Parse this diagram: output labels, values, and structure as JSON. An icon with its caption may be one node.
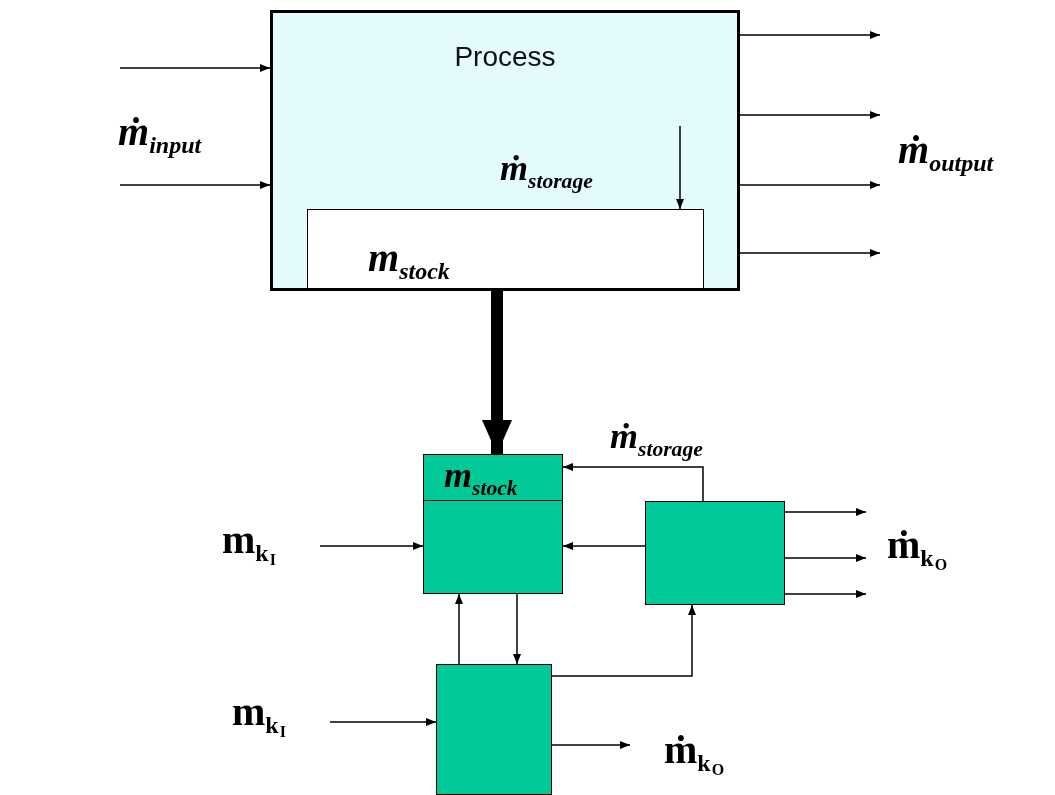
{
  "diagram": {
    "nodes": [
      {
        "text": [
          "Process"
        ]
      },
      {
        "text": [
          "m$_{stock}$"
        ],
        "in": 0
      },
      {
        "text": [
          "m$_{stock}$"
        ]
      },
      {
        "text": [],
        "shape": "box"
      },
      {
        "text": [],
        "shape": "box"
      }
    ],
    "edges": [
      {
        "from": null,
        "to": 0,
        "arrow": "to"
      },
      {
        "from": null,
        "to": 0,
        "arrow": "to"
      },
      {
        "from": 0,
        "to": null,
        "arrow": "to"
      },
      {
        "from": 0,
        "to": null,
        "arrow": "to"
      },
      {
        "from": 0,
        "to": null,
        "arrow": "to"
      },
      {
        "from": 0,
        "to": null,
        "arrow": "to"
      },
      {
        "from": null,
        "to": 1,
        "arrow": "to"
      },
      {
        "from": 0,
        "to": 2,
        "arrow": "to",
        "style": "thick"
      },
      {
        "from": null,
        "to": 2,
        "arrow": "to"
      },
      {
        "from": 3,
        "to": 2,
        "arrow": "to"
      },
      {
        "from": 3,
        "to": 2,
        "arrow": "to",
        "label": "ṁ$_{storage}$"
      },
      {
        "from": 4,
        "to": 2,
        "arrow": "to"
      },
      {
        "from": 2,
        "to": 4,
        "arrow": "to"
      },
      {
        "from": 4,
        "to": 3,
        "arrow": "to"
      },
      {
        "from": 3,
        "to": null,
        "arrow": "to"
      },
      {
        "from": 3,
        "to": null,
        "arrow": "to"
      },
      {
        "from": 3,
        "to": null,
        "arrow": "to"
      },
      {
        "from": null,
        "to": 4,
        "arrow": "to"
      },
      {
        "from": 4,
        "to": null,
        "arrow": "to"
      }
    ],
    "labels": [
      "ṁ$_{input}$",
      "ṁ$_{storage}$",
      "ṁ$_{output}$",
      "m$_{k}$$_{I}$",
      "ṁ$_{k}$$_{O}$",
      "m$_{k}$$_{I}$",
      "ṁ$_{k}$$_{O}$"
    ]
  }
}
